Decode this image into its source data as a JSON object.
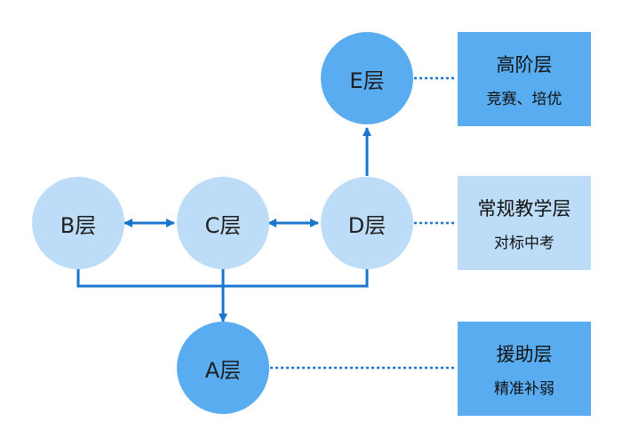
{
  "nodes": {
    "a": "A层",
    "b": "B层",
    "c": "C层",
    "d": "D层",
    "e": "E层"
  },
  "boxes": {
    "high": {
      "title": "高阶层",
      "sub": "竞赛、培优"
    },
    "regular": {
      "title": "常规教学层",
      "sub": "对标中考"
    },
    "support": {
      "title": "援助层",
      "sub": "精准补弱"
    }
  },
  "colors": {
    "node_light": "#bcdcf8",
    "node_dark": "#5aacf0",
    "line": "#1a76cc"
  }
}
